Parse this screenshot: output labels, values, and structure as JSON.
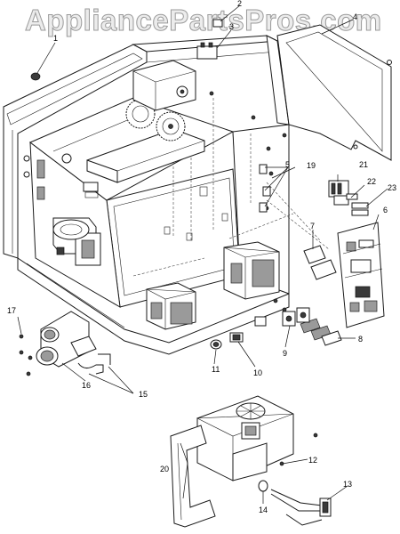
{
  "watermark": "AppliancePartsPros.com",
  "labels": {
    "p1": "1",
    "p2": "2",
    "p3": "3",
    "p4": "4",
    "p5": "5",
    "p6": "6",
    "p7": "7",
    "p8": "8",
    "p9": "9",
    "p10": "10",
    "p11": "11",
    "p12": "12",
    "p13": "13",
    "p14": "14",
    "p15": "15",
    "p16": "16",
    "p17": "17",
    "p19": "19",
    "p20": "20",
    "p21": "21",
    "p22": "22",
    "p23": "23"
  }
}
